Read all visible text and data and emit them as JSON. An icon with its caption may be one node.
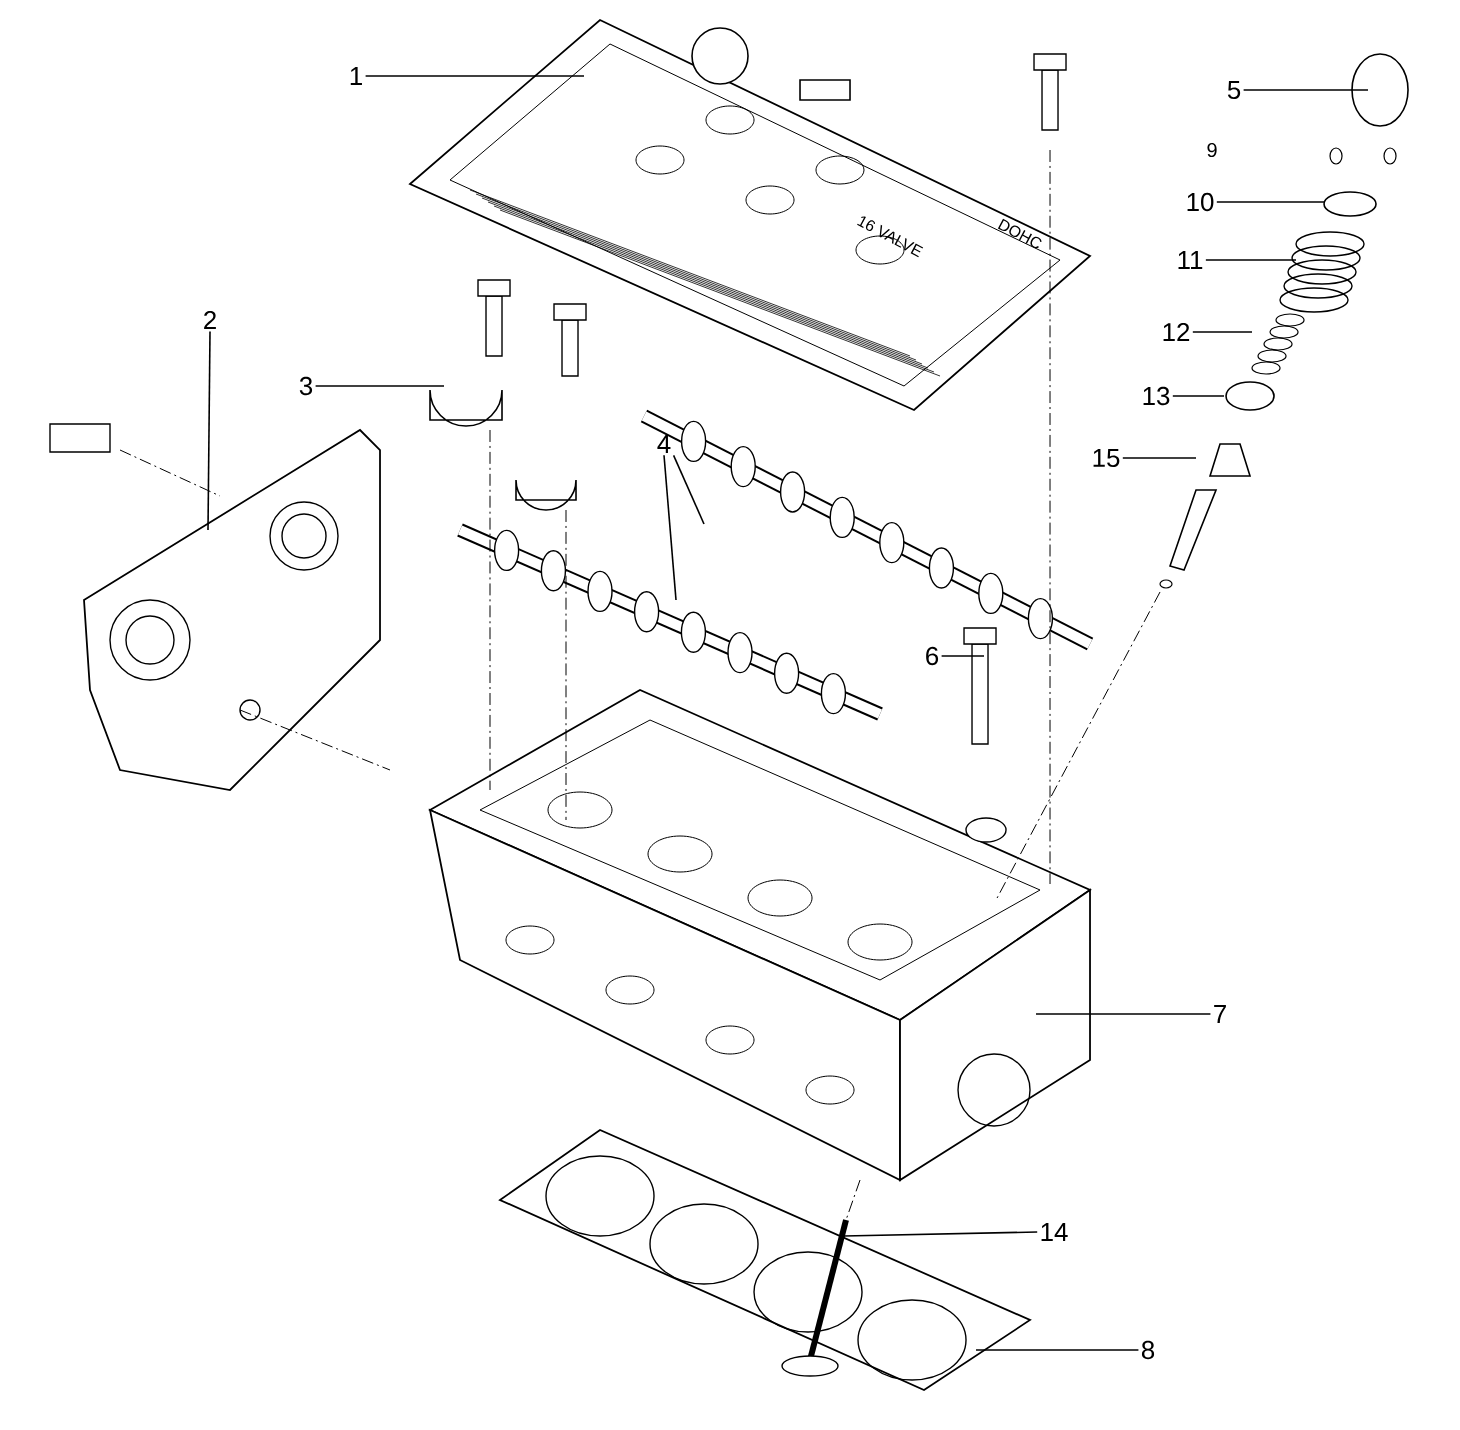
{
  "diagram": {
    "nodes": [
      {
        "text": [
          "1"
        ]
      },
      {
        "text": [
          "2"
        ]
      },
      {
        "text": [
          "3"
        ]
      },
      {
        "text": [
          "4"
        ]
      },
      {
        "text": [
          "5"
        ]
      },
      {
        "text": [
          "10"
        ]
      },
      {
        "text": [
          "11"
        ]
      },
      {
        "text": [
          "12"
        ]
      },
      {
        "text": [
          "13"
        ]
      },
      {
        "text": [
          "15"
        ]
      },
      {
        "text": [
          "6"
        ]
      },
      {
        "text": [
          "7"
        ]
      },
      {
        "text": [
          "14"
        ]
      },
      {
        "text": [
          "8"
        ]
      }
    ],
    "edges": [
      {
        "from": 0,
        "to": null,
        "arrow": "none"
      },
      {
        "from": 1,
        "to": null,
        "arrow": "none"
      },
      {
        "from": 2,
        "to": null,
        "arrow": "none"
      },
      {
        "from": 3,
        "to": null,
        "arrow": "none"
      },
      {
        "from": 3,
        "to": null,
        "arrow": "none"
      },
      {
        "from": 4,
        "to": null,
        "arrow": "none"
      },
      {
        "from": 5,
        "to": null,
        "arrow": "none"
      },
      {
        "from": 6,
        "to": null,
        "arrow": "none"
      },
      {
        "from": 7,
        "to": null,
        "arrow": "none"
      },
      {
        "from": 8,
        "to": null,
        "arrow": "none"
      },
      {
        "from": 9,
        "to": null,
        "arrow": "none"
      },
      {
        "from": 10,
        "to": null,
        "arrow": "none"
      },
      {
        "from": 11,
        "to": null,
        "arrow": "none"
      },
      {
        "from": 12,
        "to": null,
        "arrow": "none"
      },
      {
        "from": 13,
        "to": null,
        "arrow": "none"
      }
    ],
    "labels": [
      "9",
      "DOHC",
      "16 VALVE"
    ]
  }
}
